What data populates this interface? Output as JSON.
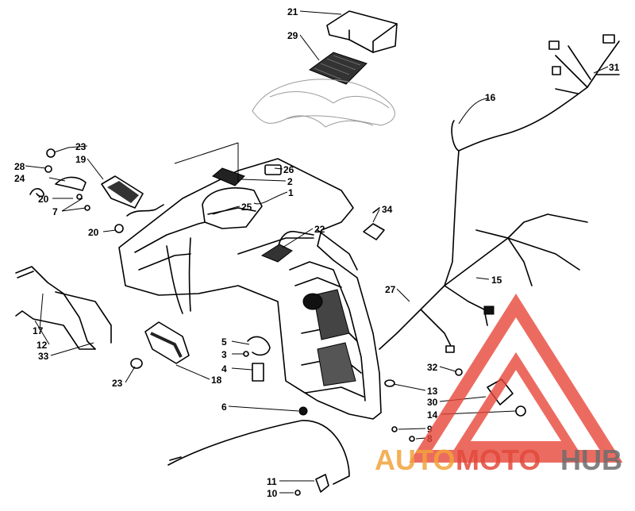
{
  "callouts": [
    "21",
    "29",
    "16",
    "31",
    "23",
    "28",
    "19",
    "26",
    "24",
    "20",
    "7",
    "2",
    "1",
    "25",
    "20",
    "34",
    "22",
    "15",
    "27",
    "17",
    "12",
    "33",
    "5",
    "3",
    "4",
    "23",
    "18",
    "6",
    "13",
    "32",
    "30",
    "14",
    "9",
    "8",
    "11",
    "10"
  ],
  "watermark": {
    "auto": "AUTO",
    "moto": "MOTO",
    "hub": "HUB",
    "colors": {
      "triangle": "#e8473a",
      "auto": "#f2a33a",
      "moto": "#e24a3b",
      "hub": "#6d6d6d"
    }
  }
}
